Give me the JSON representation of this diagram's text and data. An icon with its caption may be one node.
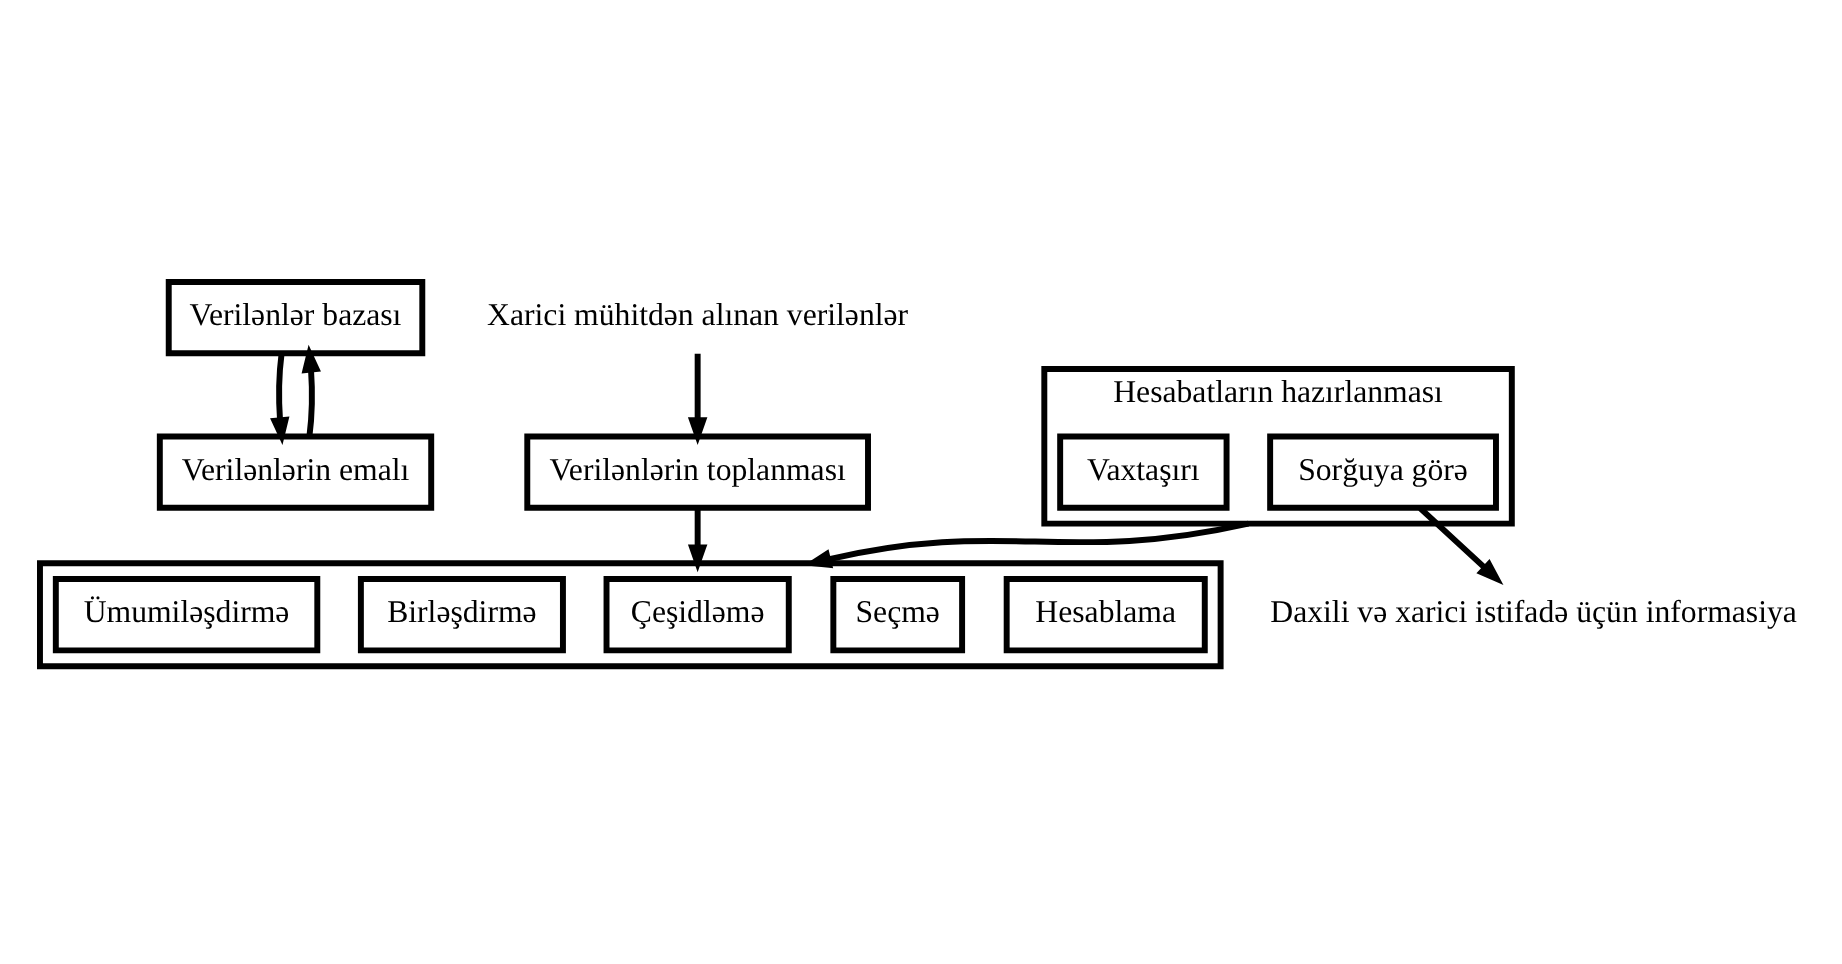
{
  "diagram": {
    "nodes": [
      {
        "text": [
          "Verilənlər bazası"
        ]
      },
      {
        "text": [
          "Verilənlərin emalı"
        ]
      },
      {
        "text": [
          "Hesabatların hazırlanması"
        ]
      },
      {
        "text": [
          "Verilənlərin toplanması"
        ]
      },
      {
        "text": [],
        "shape": "box"
      },
      {
        "text": [
          "Ümumiləşdirmə"
        ],
        "in": 4
      },
      {
        "text": [
          "Birləşdirmə"
        ],
        "in": 4
      },
      {
        "text": [
          "Çeşidləmə"
        ],
        "in": 4
      },
      {
        "text": [
          "Seçmə"
        ],
        "in": 4
      },
      {
        "text": [
          "Hesablama"
        ],
        "in": 4
      },
      {
        "text": [
          "Vaxtaşırı"
        ],
        "in": 2
      },
      {
        "text": [
          "Sorğuya görə"
        ],
        "in": 2
      },
      {
        "text": [
          "Xarici mühitdən alınan verilənlər"
        ]
      },
      {
        "text": [
          "Daxili və xarici istifadə üçün informasiya"
        ]
      }
    ],
    "edges": [
      {
        "from": 1,
        "to": 0,
        "arrow": "to"
      },
      {
        "from": 0,
        "to": 1,
        "arrow": "to"
      },
      {
        "from": 12,
        "to": 3,
        "arrow": "to"
      },
      {
        "from": 3,
        "to": 4,
        "arrow": "to"
      },
      {
        "from": 2,
        "to": 4,
        "arrow": "to"
      },
      {
        "from": 11,
        "to": 13,
        "arrow": "to"
      }
    ]
  }
}
